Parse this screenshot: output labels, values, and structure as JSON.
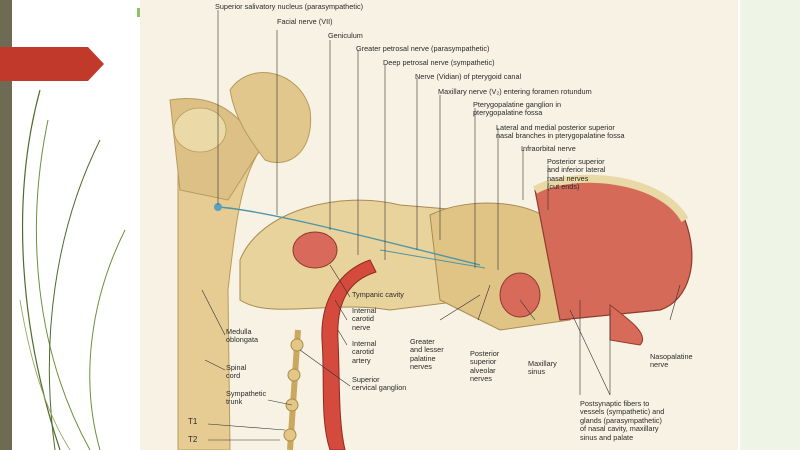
{
  "slide": {
    "accent_color": "#c0392b",
    "side_bar_color": "#6e6b52",
    "tint_color": "#eef5e6"
  },
  "figure": {
    "labels": {
      "superior_salivatory": "Superior salivatory nucleus (parasympathetic)",
      "facial_nerve": "Facial nerve (VII)",
      "geniculum": "Geniculum",
      "greater_petrosal": "Greater petrosal nerve (parasympathetic)",
      "deep_petrosal": "Deep petrosal nerve (sympathetic)",
      "vidian": "Nerve (Vidian) of pterygoid canal",
      "maxillary_v2": "Maxillary nerve (V₂) entering foramen rotundum",
      "pterygopalatine_ganglion": "Pterygopalatine ganglion in\npterygopalatine fossa",
      "posterior_superior_nasal": "Lateral and medial posterior superior\nnasal branches in pterygopalatine fossa",
      "infraorbital": "Infraorbital nerve",
      "posterior_inferior_nasal": "Posterior superior\nand inferior lateral\nnasal nerves\n(cut ends)",
      "tympanic_cavity": "Tympanic cavity",
      "internal_carotid_nerve": "Internal\ncarotid\nnerve",
      "internal_carotid_artery": "Internal\ncarotid\nartery",
      "superior_cervical_ganglion": "Superior\ncervical ganglion",
      "medulla": "Medulla\noblongata",
      "spinal_cord": "Spinal\ncord",
      "sympathetic_trunk": "Sympathetic\ntrunk",
      "t1": "T1",
      "t2": "T2",
      "greater_lesser_palatine": "Greater\nand lesser\npalatine\nnerves",
      "posterior_superior_alveolar": "Posterior\nsuperior\nalveolar\nnerves",
      "maxillary_sinus": "Maxillary\nsinus",
      "nasopalatine": "Nasopalatine\nnerve",
      "postsynaptic": "Postsynaptic fibers to\nvessels (sympathetic) and\nglands (parasympathetic)\nof nasal cavity, maxillary\nsinus and palate"
    }
  }
}
